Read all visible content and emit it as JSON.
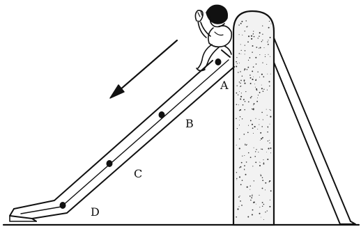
{
  "labels": {
    "a": "A",
    "b": "B",
    "c": "C",
    "d": "D"
  },
  "colors": {
    "ink": "#111111",
    "background": "#ffffff"
  }
}
